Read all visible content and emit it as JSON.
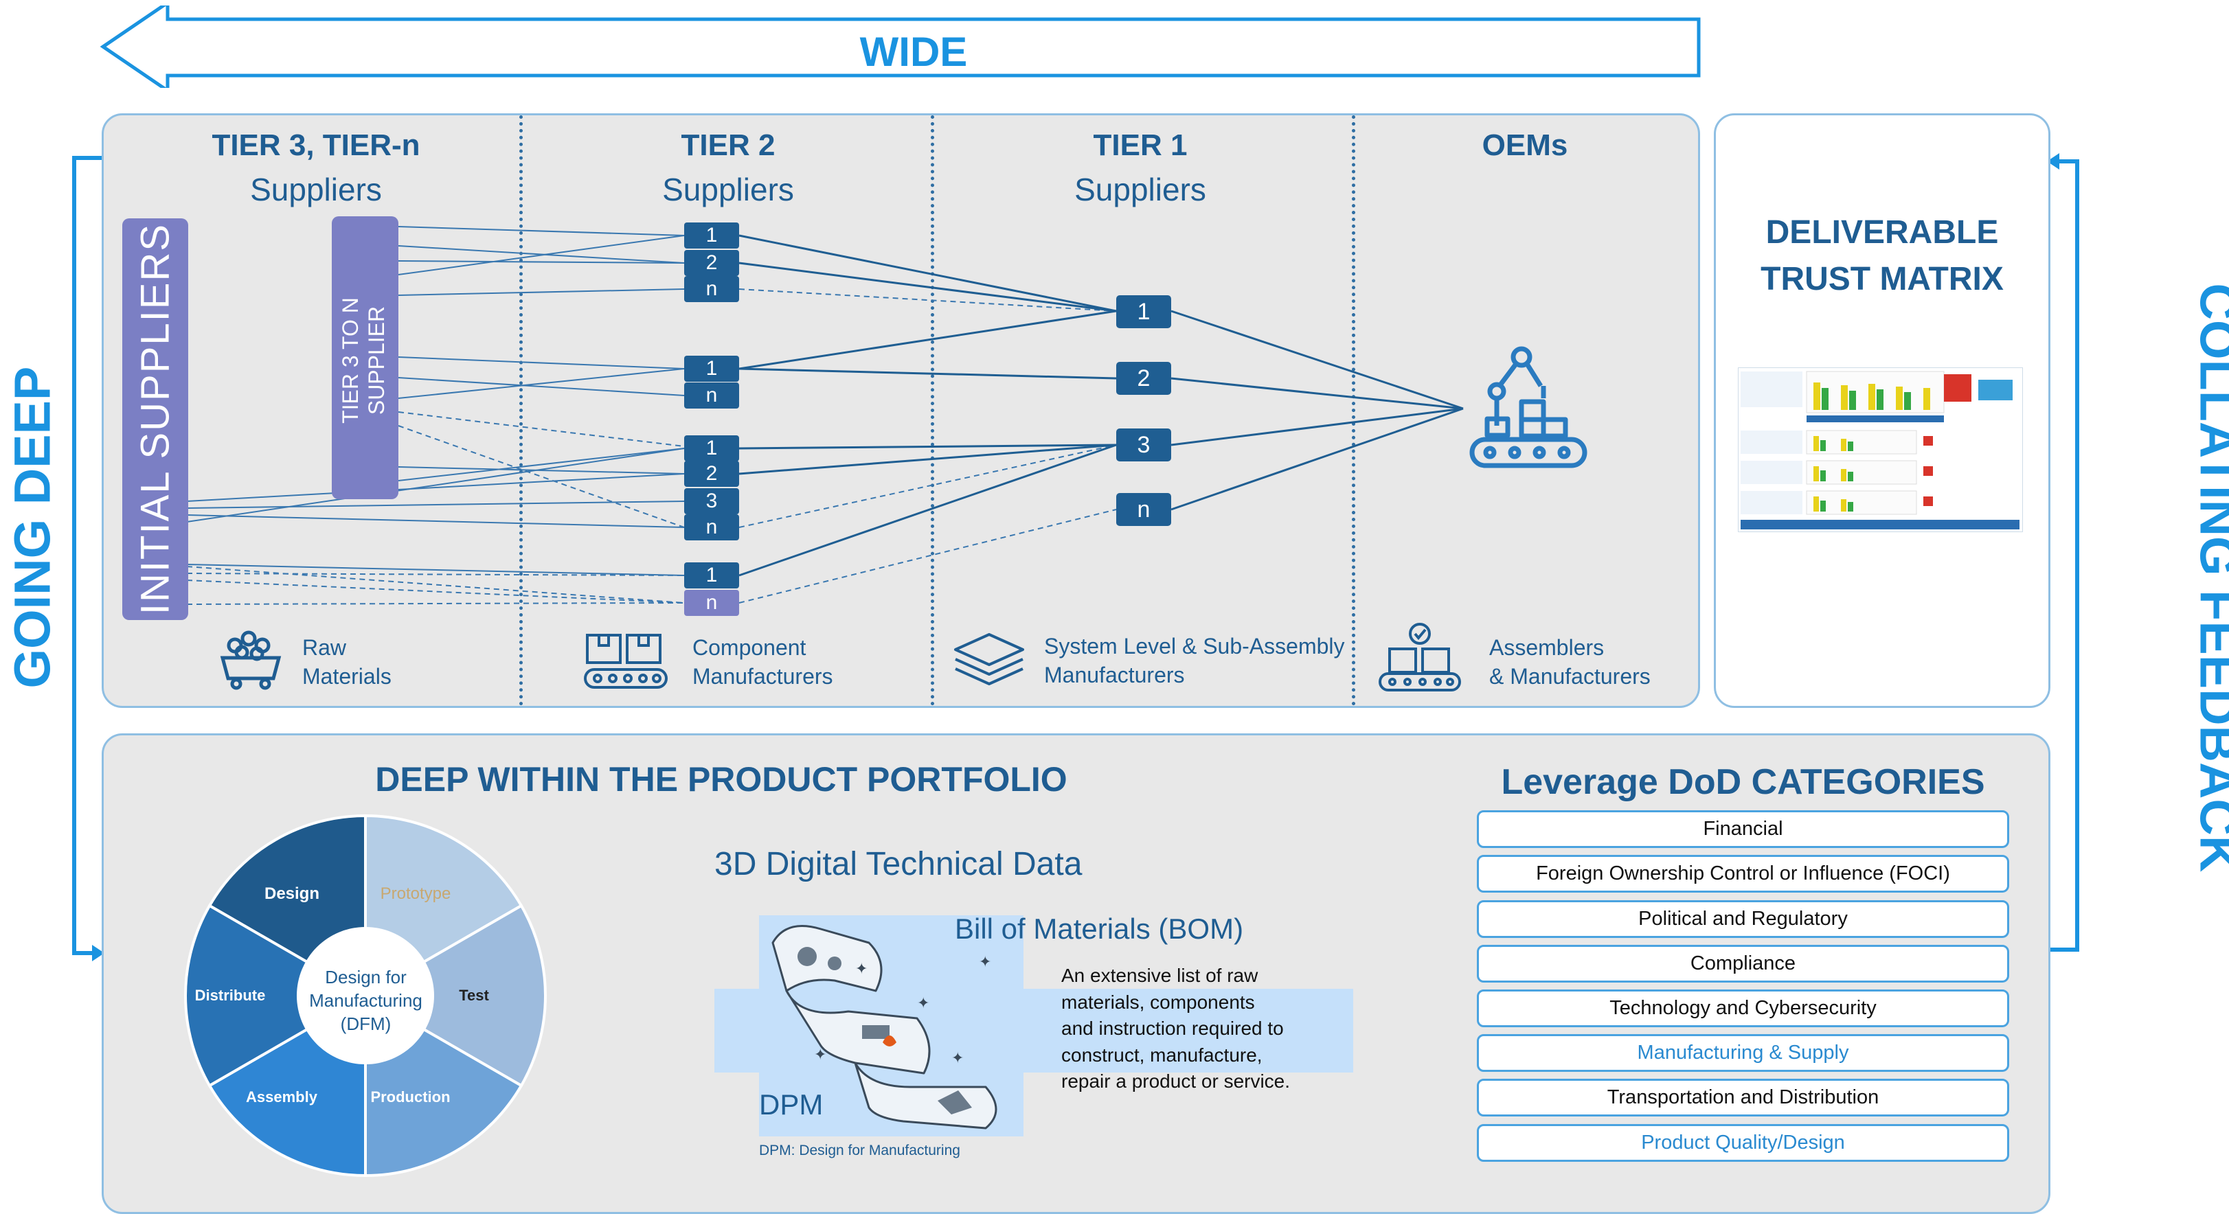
{
  "wide_label": "WIDE",
  "going_deep_label": "GOING DEEP",
  "collating_feedback_label": "COLLATING FEEDBACK",
  "tiers": [
    {
      "title": "TIER 3, TIER-n",
      "subtitle": "Suppliers",
      "caption_line1": "Raw",
      "caption_line2": "Materials",
      "icon": "ore-cart-icon"
    },
    {
      "title": "TIER 2",
      "subtitle": "Suppliers",
      "caption_line1": "Component",
      "caption_line2": "Manufacturers",
      "icon": "component-boxes-icon"
    },
    {
      "title": "TIER 1",
      "subtitle": "Suppliers",
      "caption_line1": "System Level & Sub-Assembly",
      "caption_line2": "Manufacturers",
      "icon": "layers-icon"
    },
    {
      "title": "OEMs",
      "subtitle": "",
      "caption_line1": "Assemblers",
      "caption_line2": "& Manufacturers",
      "icon": "conveyor-boxes-icon"
    }
  ],
  "initial_suppliers_label": "INITIAL SUPPLIERS",
  "tier3_to_n_label_line1": "TIER 3 TO N",
  "tier3_to_n_label_line2": "SUPPLIER",
  "tier2_boxes": [
    "1",
    "2",
    "n",
    "1",
    "n",
    "1",
    "2",
    "3",
    "n",
    "1",
    "n"
  ],
  "tier1_boxes": [
    "1",
    "2",
    "3",
    "n"
  ],
  "deliverable_title_line1": "DELIVERABLE",
  "deliverable_title_line2": "TRUST MATRIX",
  "portfolio_title": "DEEP WITHIN THE PRODUCT PORTFOLIO",
  "dfm_center_line1": "Design for",
  "dfm_center_line2": "Manufacturing",
  "dfm_center_line3": "(DFM)",
  "dfm_segments": [
    {
      "label": "Design",
      "color": "#1f5a8c",
      "text_color": "#ffffff"
    },
    {
      "label": "Prototype",
      "color": "#b4cde6",
      "text_color": "#c8a870"
    },
    {
      "label": "Test",
      "color": "#9dbbdd",
      "text_color": "#222222"
    },
    {
      "label": "Production",
      "color": "#6ea3d8",
      "text_color": "#ffffff"
    },
    {
      "label": "Assembly",
      "color": "#2f86d4",
      "text_color": "#ffffff"
    },
    {
      "label": "Distribute",
      "color": "#2872b4",
      "text_color": "#ffffff"
    }
  ],
  "digital_data_title": "3D Digital Technical Data",
  "bom_title": "Bill of Materials (BOM)",
  "bom_desc_lines": [
    "An extensive list of raw",
    "materials, components",
    "and instruction required to",
    "construct, manufacture,",
    "repair a product or service."
  ],
  "dpm_label": "DPM",
  "dpm_caption": "DPM: Design for Manufacturing",
  "leverage_title": "Leverage DoD CATEGORIES",
  "categories": [
    {
      "label": "Financial",
      "color": "#111111"
    },
    {
      "label": "Foreign Ownership Control or Influence (FOCI)",
      "color": "#111111"
    },
    {
      "label": "Political and Regulatory",
      "color": "#111111"
    },
    {
      "label": "Compliance",
      "color": "#111111"
    },
    {
      "label": "Technology and Cybersecurity",
      "color": "#111111"
    },
    {
      "label": "Manufacturing & Supply",
      "color": "#2a8ad0"
    },
    {
      "label": "Transportation and Distribution",
      "color": "#111111"
    },
    {
      "label": "Product Quality/Design",
      "color": "#2a8ad0"
    }
  ]
}
